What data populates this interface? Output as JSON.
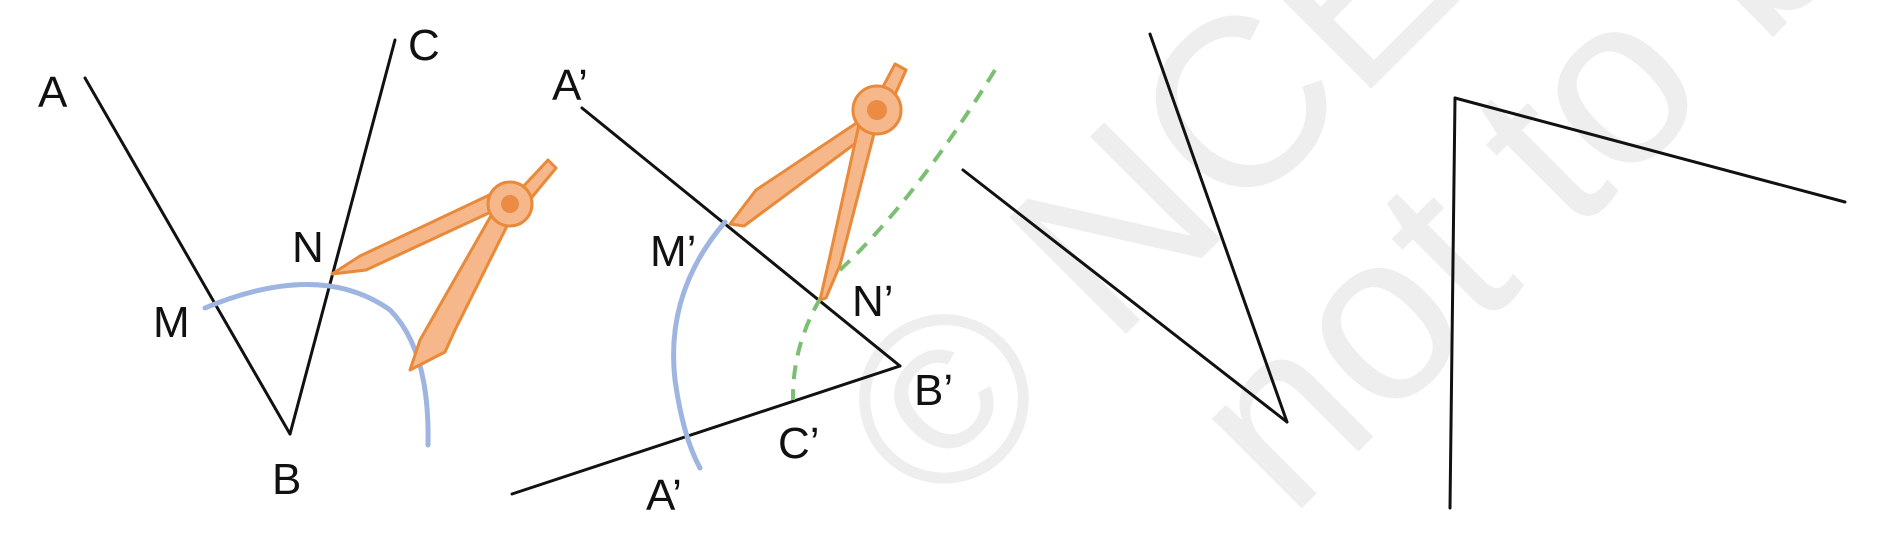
{
  "figure": {
    "watermark": "© NCERT\nnot to be republished",
    "panel1": {
      "labels": {
        "A": "A",
        "B": "B",
        "C": "C",
        "M": "M",
        "N": "N"
      }
    },
    "panel2": {
      "labels": {
        "A_top": "A’",
        "A_bottom": "A’",
        "B": "B’",
        "C": "C’",
        "M": "M’",
        "N": "N’"
      }
    }
  },
  "colors": {
    "line": "#111111",
    "arc_blue": "#9db5e0",
    "arc_green_dashed": "#7bbf72",
    "compass_fill": "#f6b88a",
    "compass_stroke": "#e9893a",
    "watermark": "#eeeeee"
  },
  "icons": {
    "compass": "compass-icon"
  }
}
